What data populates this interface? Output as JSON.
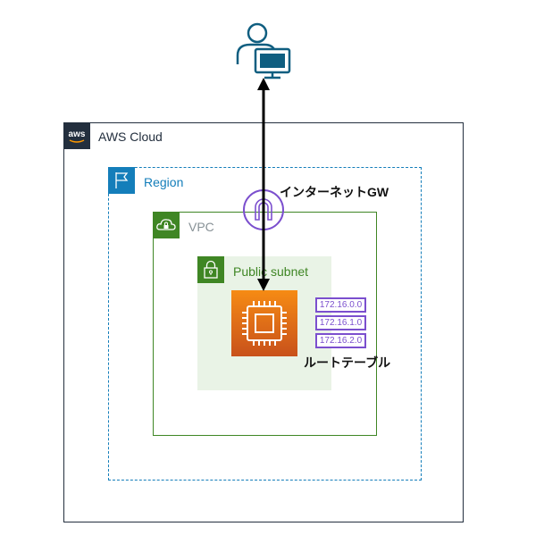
{
  "diagram": {
    "user": {
      "icon": "user-with-desktop-icon",
      "color": "#0f5e80"
    },
    "aws_cloud": {
      "label": "AWS Cloud",
      "icon": "aws-logo-icon",
      "color": "#232f3e"
    },
    "region": {
      "label": "Region",
      "icon": "flag-icon",
      "color": "#147eba"
    },
    "vpc": {
      "label": "VPC",
      "icon": "cloud-lock-icon",
      "color": "#3f8624"
    },
    "public_subnet": {
      "label": "Public subnet",
      "icon": "lock-icon",
      "color": "#3f8624",
      "fill": "#e9f3e6"
    },
    "internet_gateway": {
      "label": "インターネットGW",
      "icon": "internet-gateway-icon",
      "color": "#7b4fce"
    },
    "ec2": {
      "icon": "ec2-instance-chip-icon",
      "color": "#ed7100"
    },
    "route_table": {
      "label": "ルートテーブル",
      "entries": [
        "172.16.0.0",
        "172.16.1.0",
        "172.16.2.0"
      ],
      "color": "#7b4fce"
    },
    "connection": {
      "from": "user",
      "to": "ec2",
      "bidirectional": true,
      "via": "internet_gateway"
    }
  }
}
